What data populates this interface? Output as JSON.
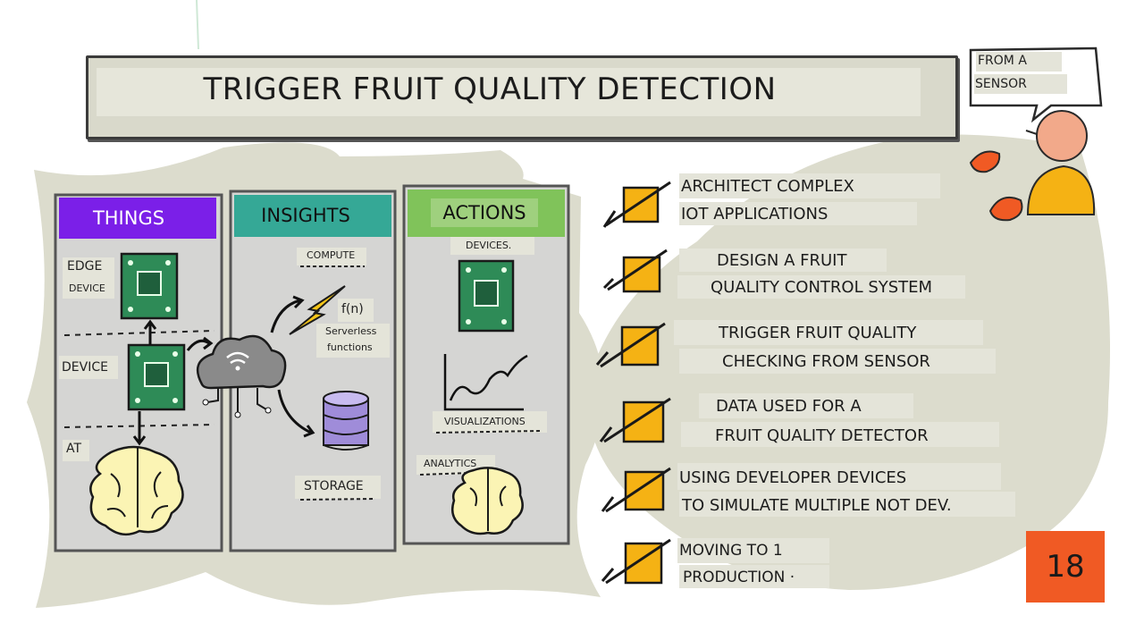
{
  "title": "TRIGGER FRUIT QUALITY DETECTION",
  "speech_bubble": {
    "line1": "FROM A",
    "line2": "SENSOR"
  },
  "columns": {
    "things": {
      "heading": "THINGS",
      "color": "#7b1fe8",
      "labels": {
        "edge": "EDGE",
        "edge_device": "DEVICE",
        "device": "DEVICE",
        "ai": "AT"
      }
    },
    "insights": {
      "heading": "INSIGHTS",
      "color": "#35a896",
      "labels": {
        "compute": "COMPUTE",
        "fn": "f(n)",
        "serverless": "Serverless",
        "functions": "functions",
        "storage": "STORAGE"
      }
    },
    "actions": {
      "heading": "ACTIONS",
      "color": "#80c35a",
      "labels": {
        "devices": "DEVICES.",
        "visualizations": "VISUALIZATIONS",
        "analytics": "ANALYTICS"
      }
    }
  },
  "checklist": [
    {
      "line1": "ARCHITECT COMPLEX",
      "line2": "IOT APPLICATIONS"
    },
    {
      "line1": "DESIGN A FRUIT",
      "line2": "QUALITY CONTROL SYSTEM"
    },
    {
      "line1": "TRIGGER FRUIT QUALITY",
      "line2": "CHECKING FROM SENSOR"
    },
    {
      "line1": "DATA USED FOR A",
      "line2": "FRUIT QUALITY DETECTOR"
    },
    {
      "line1": "USING DEVELOPER DEVICES",
      "line2": "TO SIMULATE MULTIPLE NOT DEV."
    },
    {
      "line1": "MOVING TO 1",
      "line2": "PRODUCTION ·"
    }
  ],
  "slide_number": "18",
  "colors": {
    "checkbox": "#f5b214",
    "slide_number_bg": "#f05a24",
    "blob": "#dcdccd",
    "person_head": "#f2a98a",
    "person_body": "#f5b214",
    "person_hands": "#f05a24",
    "chip": "#2e8b57",
    "brain": "#fbf4b4",
    "storage": "#9f8cd9"
  }
}
